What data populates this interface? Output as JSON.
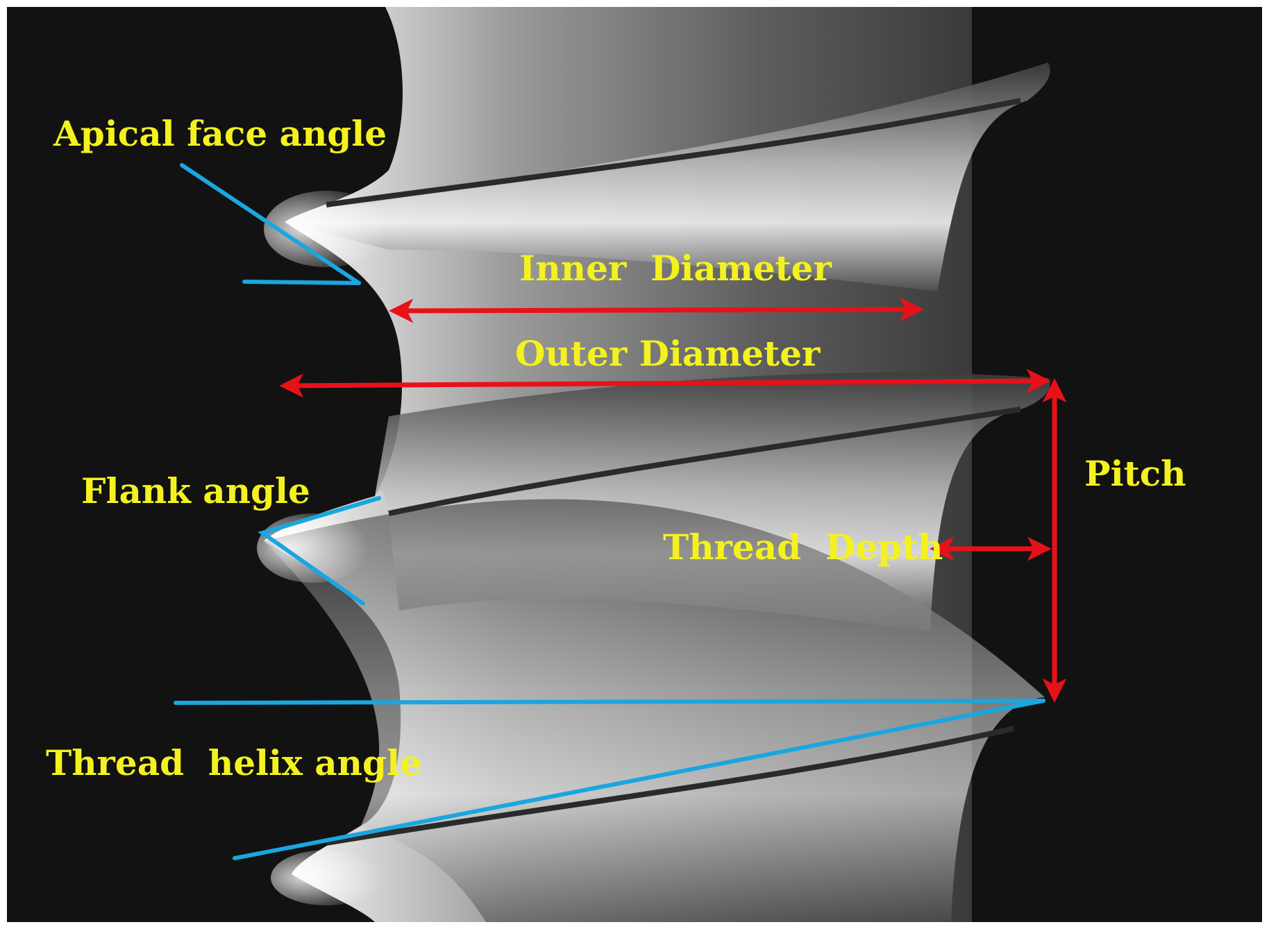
{
  "labels": {
    "apical_face_angle": "Apical face angle",
    "inner_diameter": "Inner  Diameter",
    "outer_diameter": "Outer Diameter",
    "flank_angle": "Flank angle",
    "pitch": "Pitch",
    "thread_depth": "Thread  Depth",
    "thread_helix_angle": "Thread  helix angle"
  },
  "colors": {
    "label_text": "#f4f21e",
    "dimension_arrows": "#e8111a",
    "angle_lines": "#1aa6e0",
    "background": "#111111",
    "frame": "#ffffff"
  }
}
